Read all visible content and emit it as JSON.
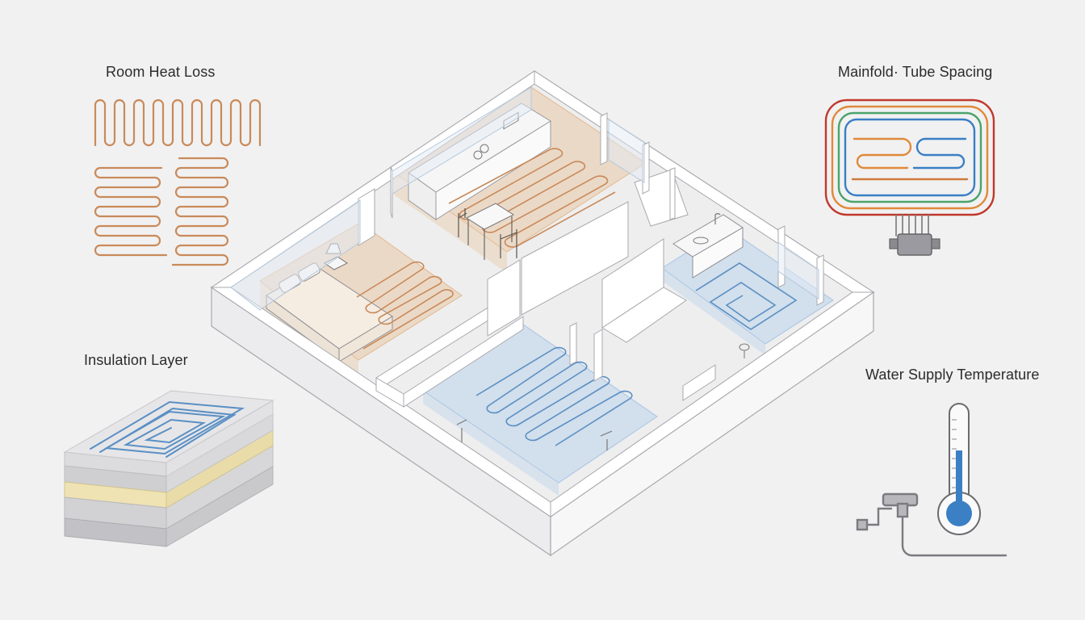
{
  "labels": {
    "room_heat_loss": "Room Heat Loss",
    "manifold_tube_spacing": "Mainfold· Tube Spacing",
    "insulation_layer": "Insulation Layer",
    "water_supply_temperature": "Water Supply Temperature"
  },
  "colors": {
    "background": "#f1f1f2",
    "warm_zone": "#e9c9a6",
    "warm_pipe": "#c98a5a",
    "cool_zone": "#bcd3ea",
    "cool_pipe": "#5a8fc4",
    "wall": "#ffffff",
    "wall_edge": "#a9a9ae",
    "insulation": "#efe3b4",
    "thermo_fill": "#3b7fc4"
  },
  "manifold_loop_colors": [
    "#c0392b",
    "#e08a3a",
    "#4aa36b",
    "#3a7fc4",
    "#d07a3a"
  ],
  "icons": [
    "serpentine-pipe-icon",
    "manifold-icon",
    "floor-layer-icon",
    "thermometer-icon",
    "valve-icon"
  ]
}
